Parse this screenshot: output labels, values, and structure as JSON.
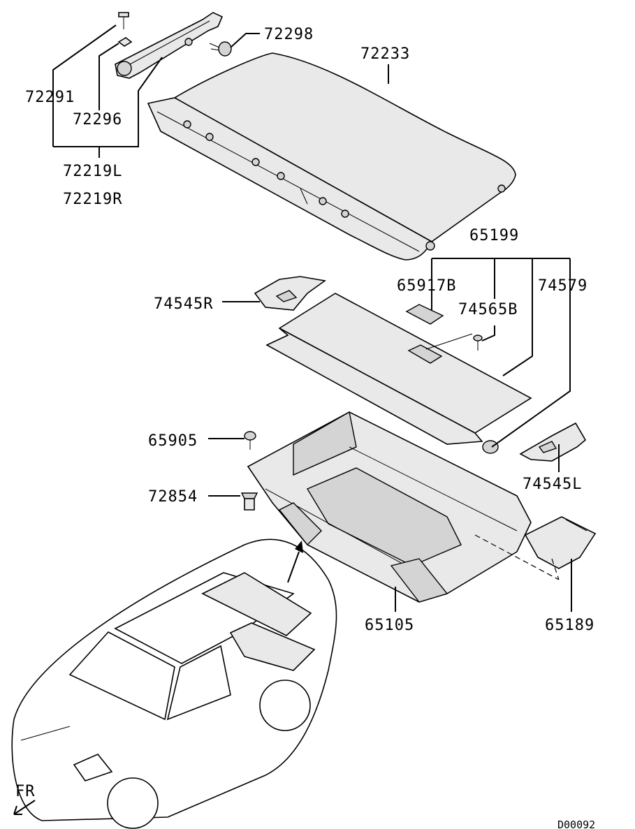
{
  "diagram": {
    "callouts": {
      "p72298": "72298",
      "p72233": "72233",
      "p72291": "72291",
      "p72296": "72296",
      "p72219L": "72219L",
      "p72219R": "72219R",
      "p65199": "65199",
      "p65917B": "65917B",
      "p74579": "74579",
      "p74545R": "74545R",
      "p74565B": "74565B",
      "p65905": "65905",
      "p72854": "72854",
      "p74545L": "74545L",
      "p65105": "65105",
      "p65189": "65189"
    },
    "direction_label": "FR",
    "diagram_code": "D00092"
  }
}
